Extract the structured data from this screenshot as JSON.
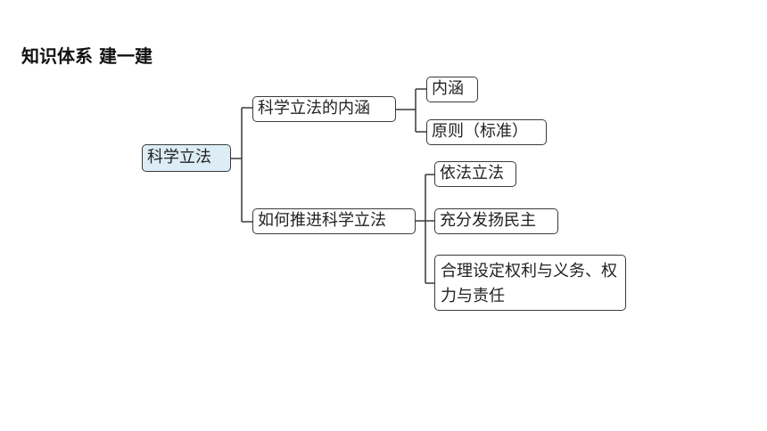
{
  "header": {
    "title": "知识体系  建一建"
  },
  "mindmap": {
    "root": "科学立法",
    "branch1": {
      "label": "科学立法的内涵",
      "children": [
        "内涵",
        "原则（标准）"
      ]
    },
    "branch2": {
      "label": "如何推进科学立法",
      "children": [
        "依法立法",
        "充分发扬民主",
        "合理设定权利与义务、权力与责任"
      ]
    }
  }
}
